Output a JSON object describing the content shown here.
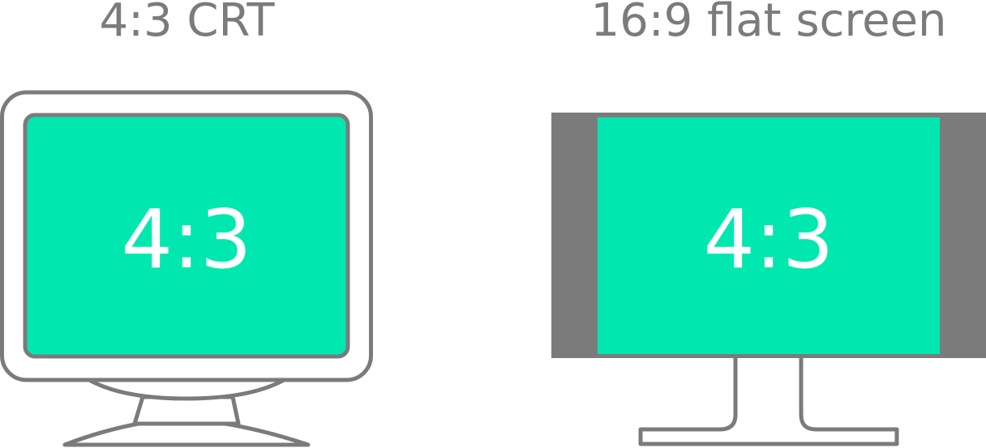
{
  "crt": {
    "title": "4:3 CRT",
    "screen_label": "4:3"
  },
  "flat": {
    "title": "16:9 flat screen",
    "screen_label": "4:3"
  },
  "colors": {
    "title_text": "#7b7b7b",
    "outline": "#7b7b7b",
    "pillarbox": "#7b7b7b",
    "screen_fill": "#00e8b0",
    "screen_text": "#ffffff",
    "background": "#ffffff"
  }
}
